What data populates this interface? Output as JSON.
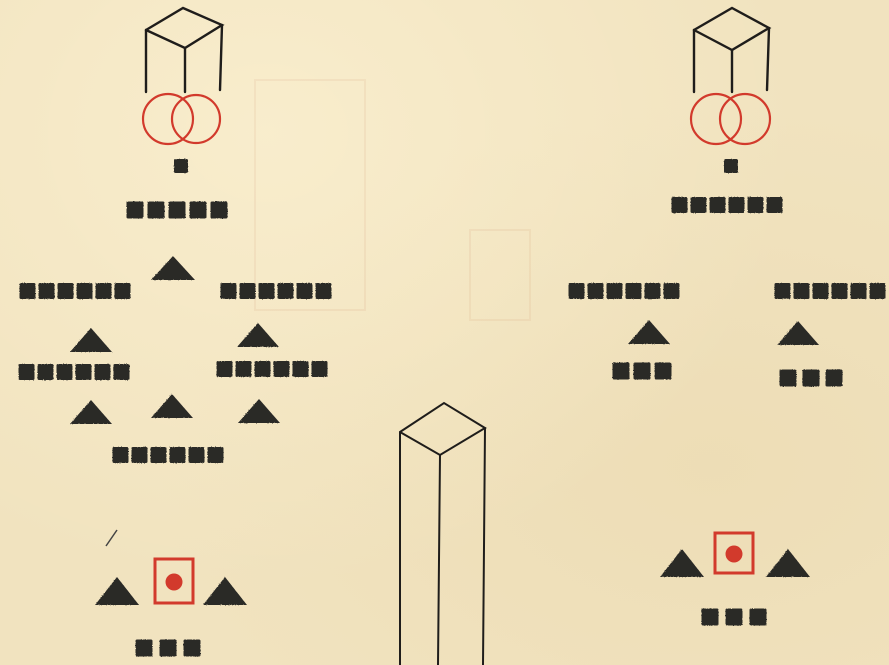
{
  "colors": {
    "paper": "#f1e3bf",
    "ink": "#2b2a28",
    "line": "#1f1d1b",
    "red": "#d23a2c"
  },
  "groups": [
    {
      "id": "left-diagram"
    },
    {
      "id": "right-diagram"
    },
    {
      "id": "center-pillar"
    }
  ]
}
